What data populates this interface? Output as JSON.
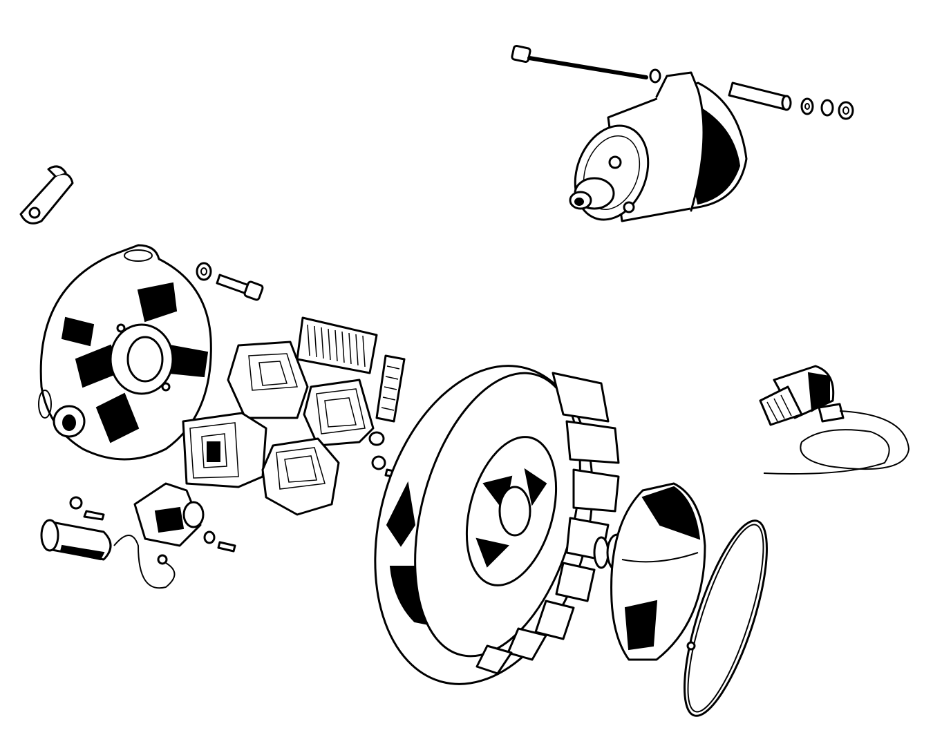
{
  "diagram": {
    "type": "exploded-parts-illustration",
    "colors": {
      "ink": "#000000",
      "paper": "#ffffff"
    },
    "parts": [
      "starter-motor",
      "through-bolt",
      "spacer-rod",
      "washer",
      "nut",
      "cable-clip",
      "stator-plate",
      "stator-bolt",
      "field-coil",
      "coil-bracket",
      "flywheel",
      "flywheel-nut",
      "fan-cover",
      "cover-ring",
      "sensor-switch",
      "condenser",
      "contact-breaker"
    ]
  }
}
